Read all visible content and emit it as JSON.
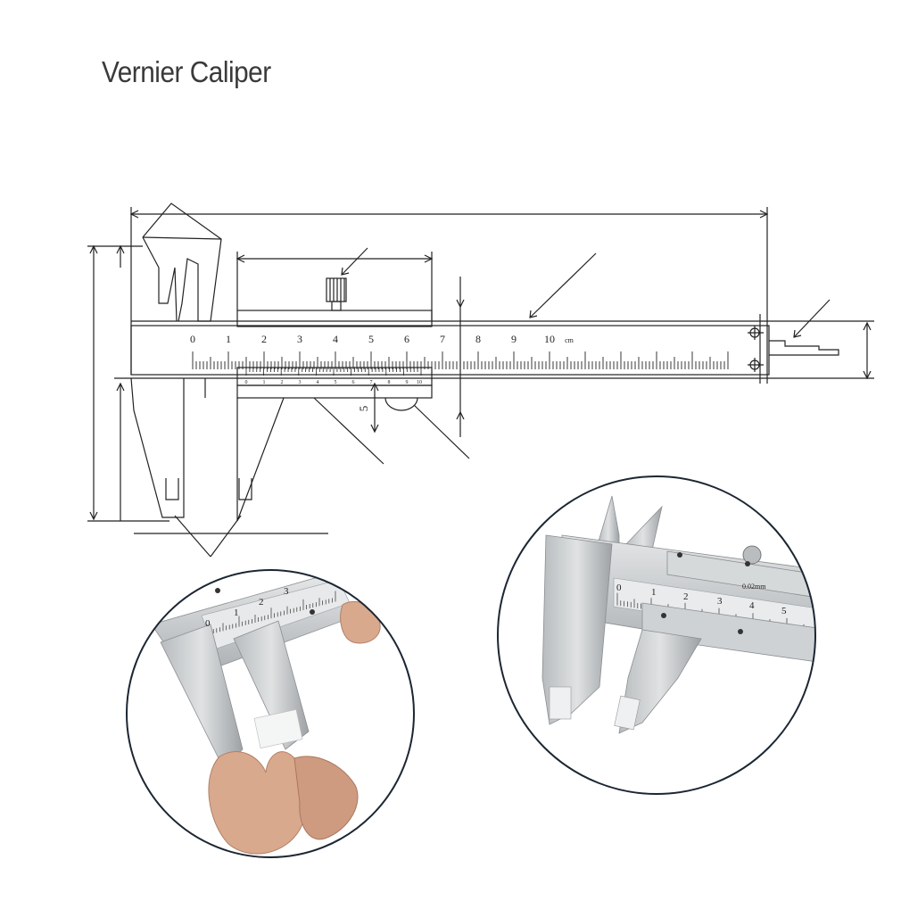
{
  "title": "Vernier Caliper",
  "main_scale": {
    "numbers": [
      "0",
      "1",
      "2",
      "3",
      "4",
      "5",
      "6",
      "7",
      "8",
      "9",
      "10"
    ],
    "unit": "cm"
  },
  "vernier_scale": {
    "numbers": [
      "0",
      "1",
      "2",
      "3",
      "4",
      "5",
      "6",
      "7",
      "8",
      "9",
      "10"
    ]
  },
  "dimension_label": "5",
  "photo_right": {
    "numbers": [
      "0",
      "1",
      "2",
      "3",
      "4",
      "5"
    ],
    "precision": "0.02mm"
  },
  "photo_left": {
    "numbers": [
      "0",
      "1",
      "2",
      "3"
    ]
  },
  "colors": {
    "line": "#222222",
    "steel": "#c9ccce",
    "circle": "#1c2633",
    "skin": "#d9a98e"
  }
}
